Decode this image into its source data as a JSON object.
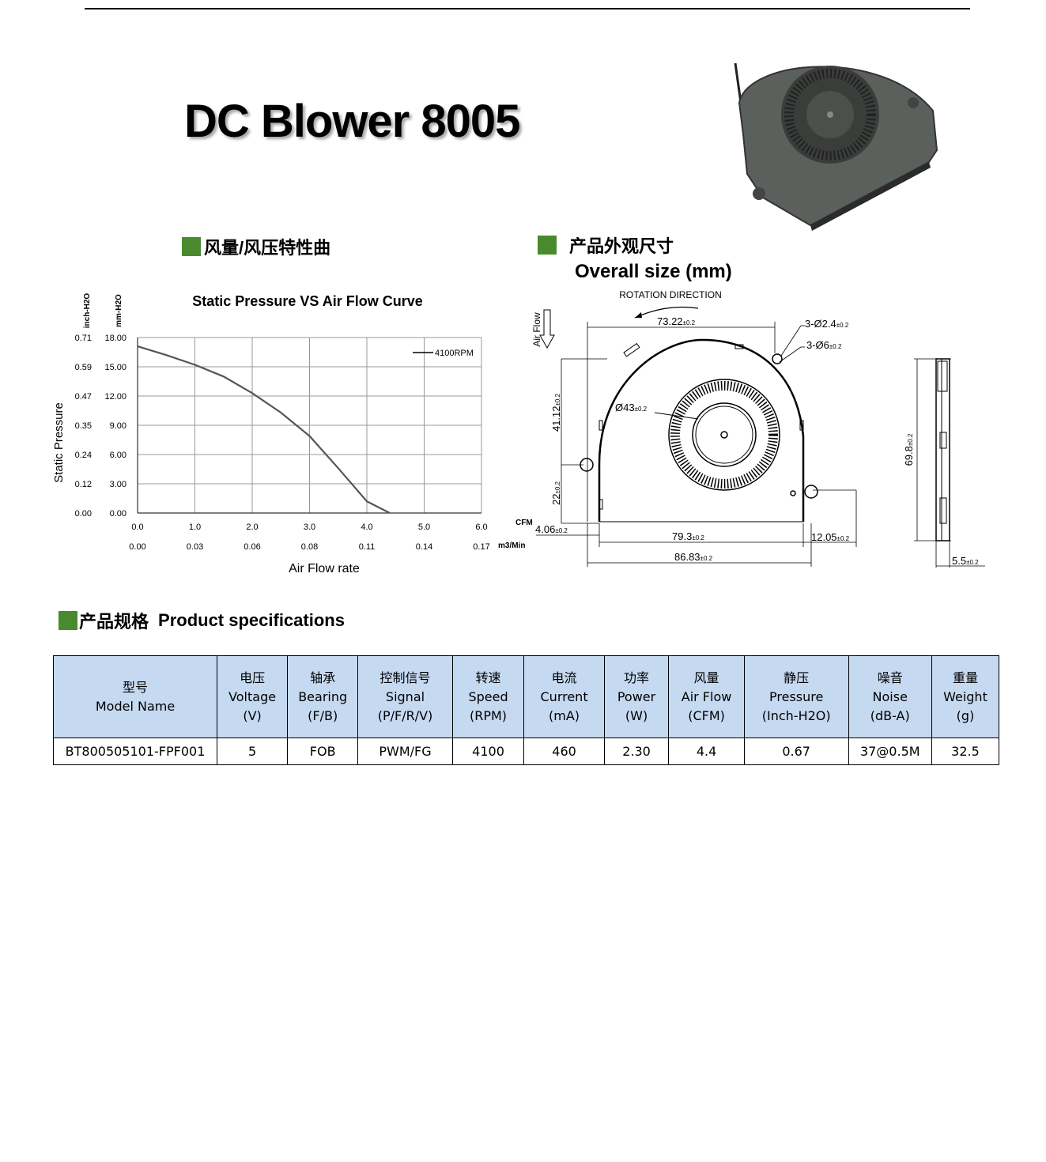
{
  "title": "DC Blower 8005",
  "chart_section": {
    "heading": "风量/风压特性曲"
  },
  "dimension_section": {
    "heading": "产品外观尺寸",
    "subheading": "Overall size (mm)",
    "labels": {
      "rotation": "ROTATION DIRECTION",
      "airflow": "Air Flow",
      "d_width_top": "73.22",
      "d_hole1": "3-Ø2.4",
      "d_hole2": "3-Ø6",
      "d_height": "41.12",
      "d_impeller": "Ø43",
      "d_lower": "22",
      "d_left": "4.06",
      "d_inner_width": "79.3",
      "d_right": "12.05",
      "d_total_width": "86.83",
      "d_side_height": "69.8",
      "d_thickness": "5.5",
      "tol": "±0.2"
    }
  },
  "chart_data": {
    "type": "line",
    "title": "Static Pressure VS Air Flow Curve",
    "xlabel": "Air Flow rate",
    "ylabel": "Static Pressure",
    "x_unit_primary": "CFM",
    "x_unit_secondary": "m3/Min",
    "y_unit_left": "inch-H2O",
    "y_unit_right": "mm-H2O",
    "x_ticks_cfm": [
      "0.0",
      "1.0",
      "2.0",
      "3.0",
      "4.0",
      "5.0",
      "6.0"
    ],
    "x_ticks_m3min": [
      "0.00",
      "0.03",
      "0.06",
      "0.08",
      "0.11",
      "0.14",
      "0.17"
    ],
    "y_ticks_inch": [
      "0.00",
      "0.12",
      "0.24",
      "0.35",
      "0.47",
      "0.59",
      "0.71"
    ],
    "y_ticks_mm": [
      "0.00",
      "3.00",
      "6.00",
      "9.00",
      "12.00",
      "15.00",
      "18.00"
    ],
    "xlim": [
      0,
      6
    ],
    "ylim": [
      0,
      18
    ],
    "grid": true,
    "legend_position": "top-right",
    "series": [
      {
        "name": "4100RPM",
        "x": [
          0.0,
          0.5,
          1.0,
          1.5,
          2.0,
          2.5,
          3.0,
          3.5,
          4.0,
          4.4
        ],
        "y": [
          17.1,
          16.2,
          15.2,
          14.0,
          12.3,
          10.3,
          7.9,
          4.6,
          1.2,
          0.0
        ]
      }
    ]
  },
  "spec_section": {
    "heading_cn": "产品规格",
    "heading_en": "Product specifications",
    "headers": [
      {
        "cn": "型号",
        "en": "Model Name",
        "unit": ""
      },
      {
        "cn": "电压",
        "en": "Voltage",
        "unit": "(V)"
      },
      {
        "cn": "轴承",
        "en": "Bearing",
        "unit": "(F/B)"
      },
      {
        "cn": "控制信号",
        "en": "Signal",
        "unit": "(P/F/R/V)"
      },
      {
        "cn": "转速",
        "en": "Speed",
        "unit": "(RPM)"
      },
      {
        "cn": "电流",
        "en": "Current",
        "unit": "(mA)"
      },
      {
        "cn": "功率",
        "en": "Power",
        "unit": "(W)"
      },
      {
        "cn": "风量",
        "en": "Air Flow",
        "unit": "(CFM)"
      },
      {
        "cn": "静压",
        "en": "Pressure",
        "unit": "(Inch-H2O)"
      },
      {
        "cn": "噪音",
        "en": "Noise",
        "unit": "(dB-A)"
      },
      {
        "cn": "重量",
        "en": "Weight",
        "unit": "(g)"
      }
    ],
    "rows": [
      [
        "BT800505101-FPF001",
        "5",
        "FOB",
        "PWM/FG",
        "4100",
        "460",
        "2.30",
        "4.4",
        "0.67",
        "37@0.5M",
        "32.5"
      ]
    ]
  },
  "colors": {
    "green_marker": "#4a8a2e",
    "table_header": "#c5d9f1",
    "curve": "#555555"
  }
}
